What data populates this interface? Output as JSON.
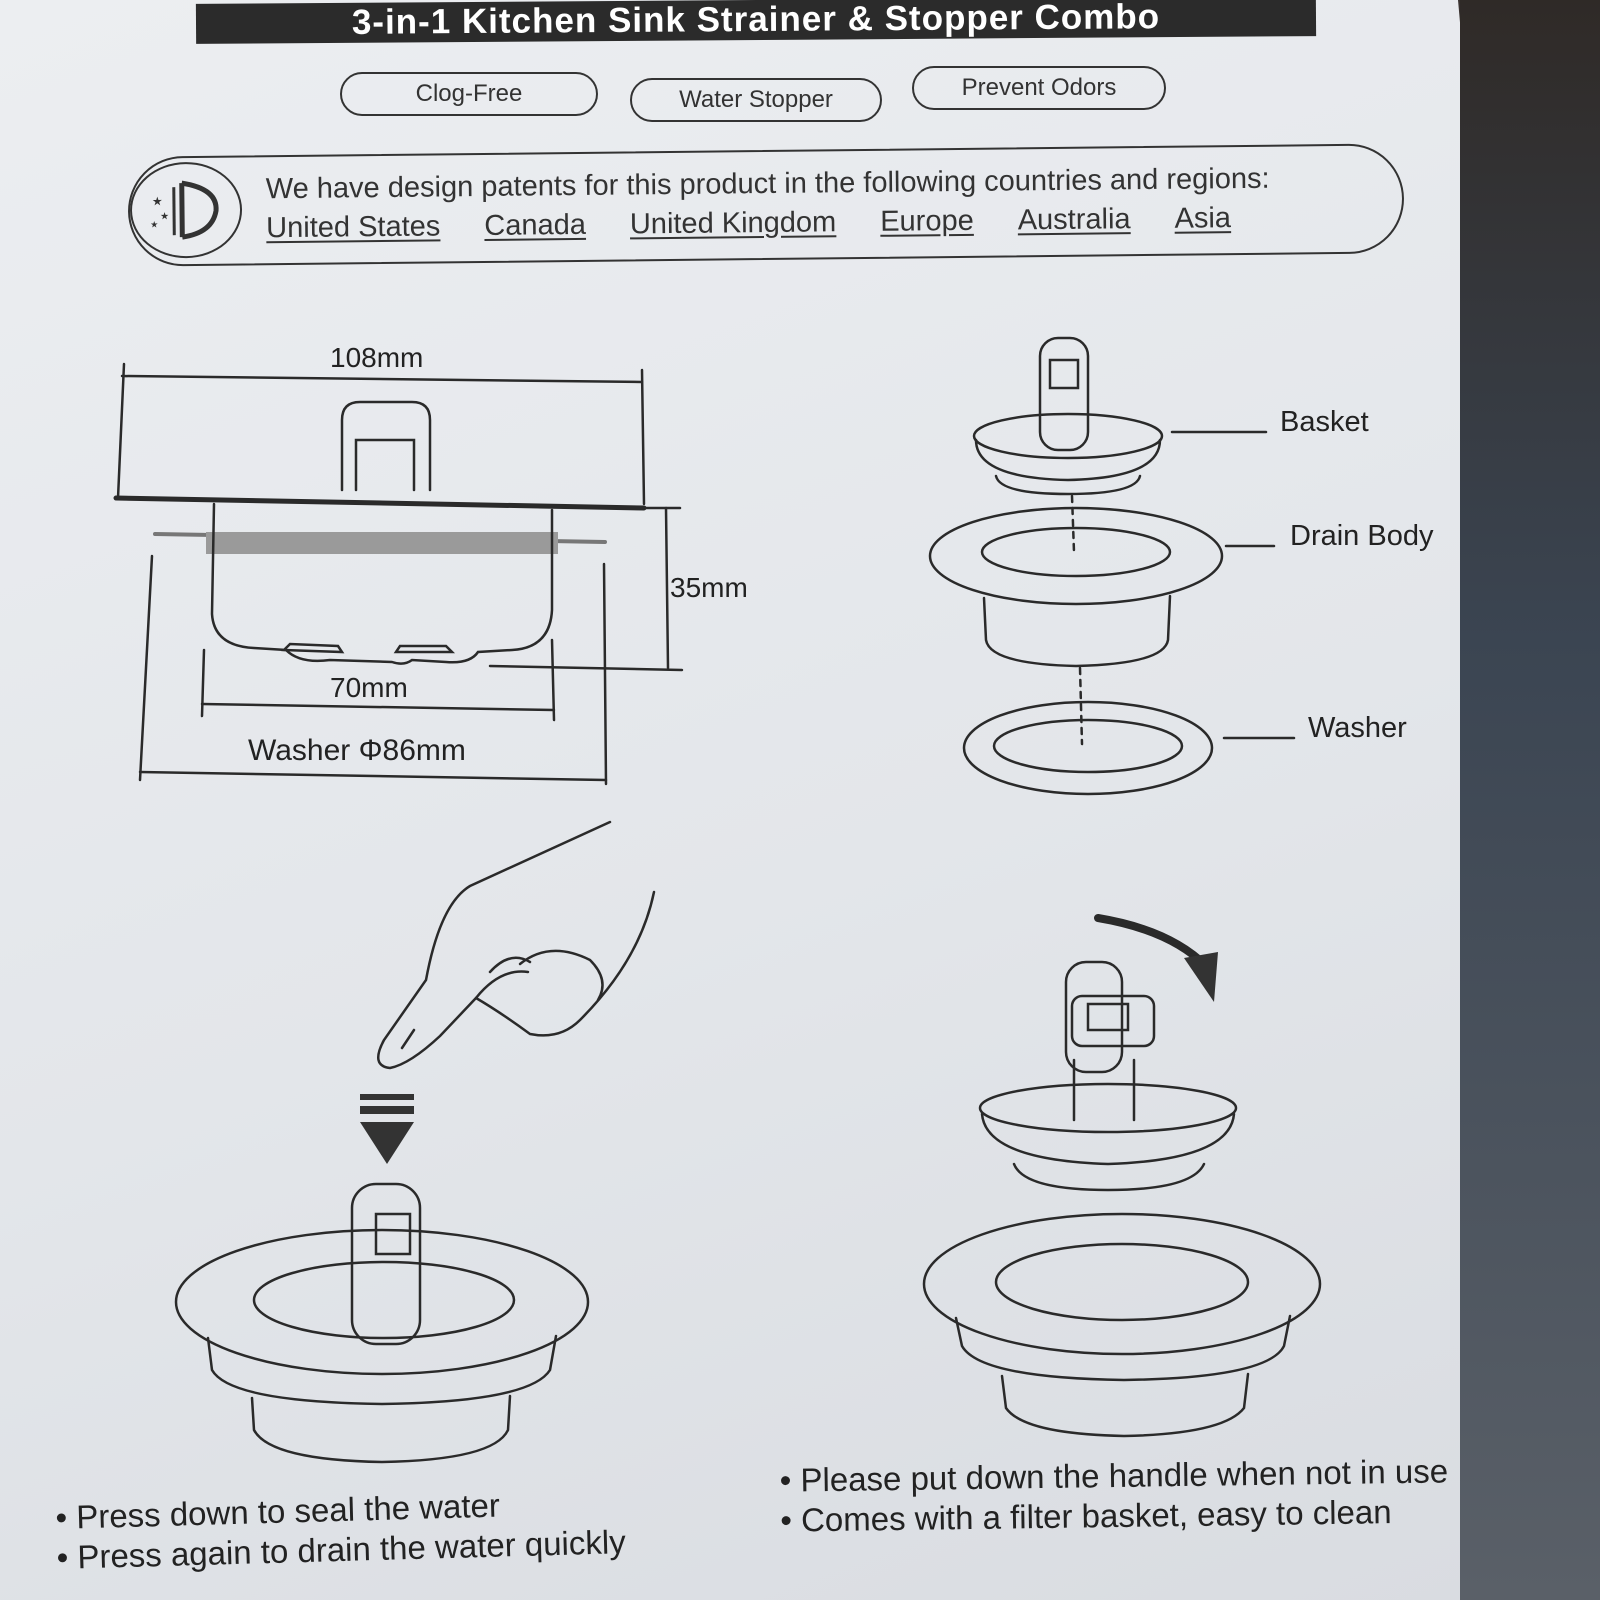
{
  "banner_title": "3-in-1 Kitchen Sink Strainer & Stopper Combo",
  "features": [
    "Clog-Free",
    "Water Stopper",
    "Prevent Odors"
  ],
  "patent": {
    "statement": "We have design patents for this product in the following countries and regions:",
    "regions": [
      "United States",
      "Canada",
      "United Kingdom",
      "Europe",
      "Australia",
      "Asia"
    ]
  },
  "dimensions": {
    "width_top": "108mm",
    "height": "35mm",
    "basket_width": "70mm",
    "washer": "Washer Φ86mm"
  },
  "parts": [
    "Basket",
    "Drain Body",
    "Washer"
  ],
  "instructions_left": [
    "Press down to seal the water",
    "Press again to drain the water quickly"
  ],
  "instructions_right": [
    "Please put down the handle when not in use",
    "Comes with a filter basket, easy to clean"
  ],
  "colors": {
    "ink": "#333333",
    "paper": "#e6e9ed",
    "banner": "#2b2b2b"
  }
}
